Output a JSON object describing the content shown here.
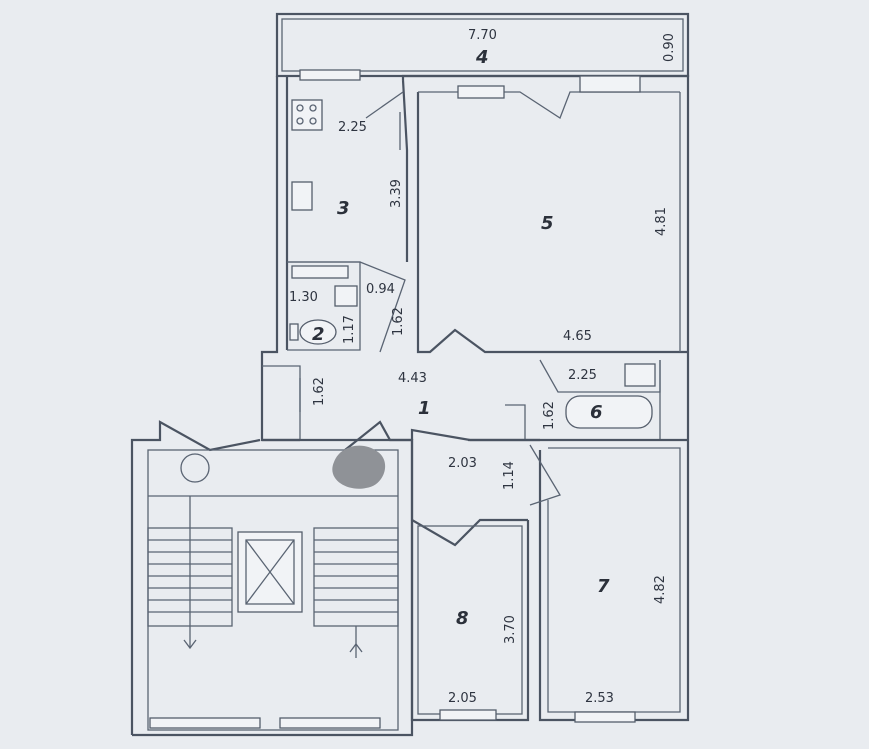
{
  "rooms": [
    {
      "id": "1",
      "label": "1"
    },
    {
      "id": "2",
      "label": "2"
    },
    {
      "id": "3",
      "label": "3"
    },
    {
      "id": "4",
      "label": "4"
    },
    {
      "id": "5",
      "label": "5"
    },
    {
      "id": "6",
      "label": "6"
    },
    {
      "id": "7",
      "label": "7"
    },
    {
      "id": "8",
      "label": "8"
    }
  ],
  "dimensions": {
    "balcony_length": "7.70",
    "balcony_width": "0.90",
    "kitchen_width": "2.25",
    "kitchen_length": "3.39",
    "wc_width": "1.30",
    "wc_depth": "1.17",
    "closet_small": "0.94",
    "hall_vertical_a": "1.62",
    "room5_length": "4.81",
    "room5_width": "4.65",
    "hall_length": "4.43",
    "hall_vertical_b": "1.62",
    "bath_width": "2.25",
    "bath_depth": "1.62",
    "corridor_width": "2.03",
    "corridor_depth": "1.14",
    "room7_length": "4.82",
    "room7_width": "2.53",
    "room8_length": "3.70",
    "room8_width": "2.05"
  }
}
